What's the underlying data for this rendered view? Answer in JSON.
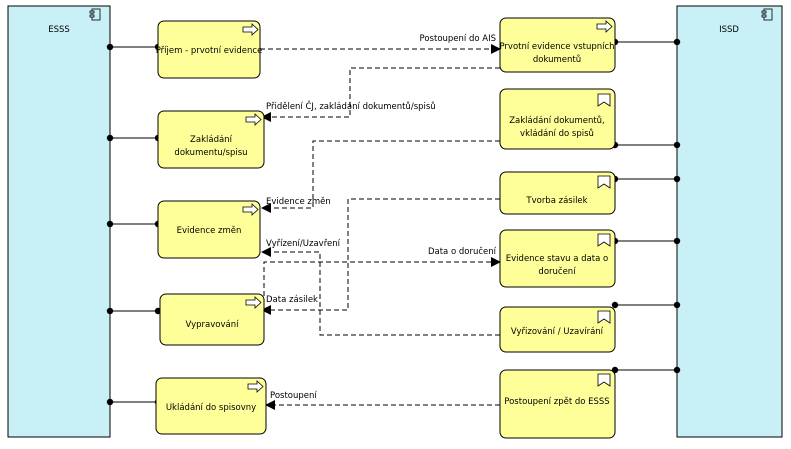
{
  "components": {
    "left": {
      "label": "ESSS"
    },
    "right": {
      "label": "ISSD"
    }
  },
  "left_processes": [
    {
      "lines": [
        "Příjem - prvotní evidence"
      ]
    },
    {
      "lines": [
        "Zakládání",
        "dokumentu/spisu"
      ]
    },
    {
      "lines": [
        "Evidence změn"
      ]
    },
    {
      "lines": [
        "Vypravování"
      ]
    },
    {
      "lines": [
        "Ukládání do spisovny"
      ]
    }
  ],
  "right_processes": [
    {
      "lines": [
        "Prvotní evidence vstupních",
        "dokumentů"
      ]
    },
    {
      "lines": [
        "Zakládání dokumentů,",
        "vkládání do spisů"
      ]
    },
    {
      "lines": [
        "Tvorba zásilek"
      ]
    },
    {
      "lines": [
        "Evidence stavu a data o",
        "doručení"
      ]
    },
    {
      "lines": [
        "Vyřizování / Uzavírání"
      ]
    },
    {
      "lines": [
        "Postoupení zpět do ESSS"
      ]
    }
  ],
  "flows": [
    {
      "label": "Postoupení do AIS"
    },
    {
      "label": "Přidělení ČJ, zakládání dokumentů/spisů"
    },
    {
      "label": "Evidence změn"
    },
    {
      "label": "Vyřízení/Uzavření"
    },
    {
      "label": "Data o doručení"
    },
    {
      "label": "Data zásilek"
    },
    {
      "label": "Postoupení"
    }
  ],
  "colors": {
    "component_fill": "#c8f0f6",
    "process_fill": "#ffff99",
    "stroke": "#000000"
  }
}
